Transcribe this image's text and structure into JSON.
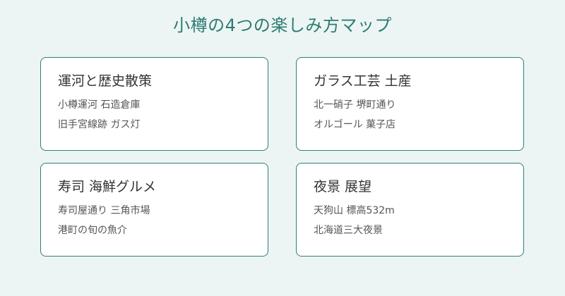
{
  "title": "小樽の4つの楽しみ方マップ",
  "cards": [
    {
      "title": "運河と歴史散策",
      "lines": [
        "小樽運河 石造倉庫",
        "旧手宮線跡 ガス灯"
      ]
    },
    {
      "title": "ガラス工芸 土産",
      "lines": [
        "北一硝子 堺町通り",
        "オルゴール 菓子店"
      ]
    },
    {
      "title": "寿司 海鮮グルメ",
      "lines": [
        "寿司屋通り 三角市場",
        "港町の旬の魚介"
      ]
    },
    {
      "title": "夜景 展望",
      "lines": [
        "天狗山 標高532m",
        "北海道三大夜景"
      ]
    }
  ],
  "colors": {
    "accent": "#2b7c72",
    "border": "#2f7f75",
    "background": "#edf5f4",
    "card": "#ffffff"
  }
}
